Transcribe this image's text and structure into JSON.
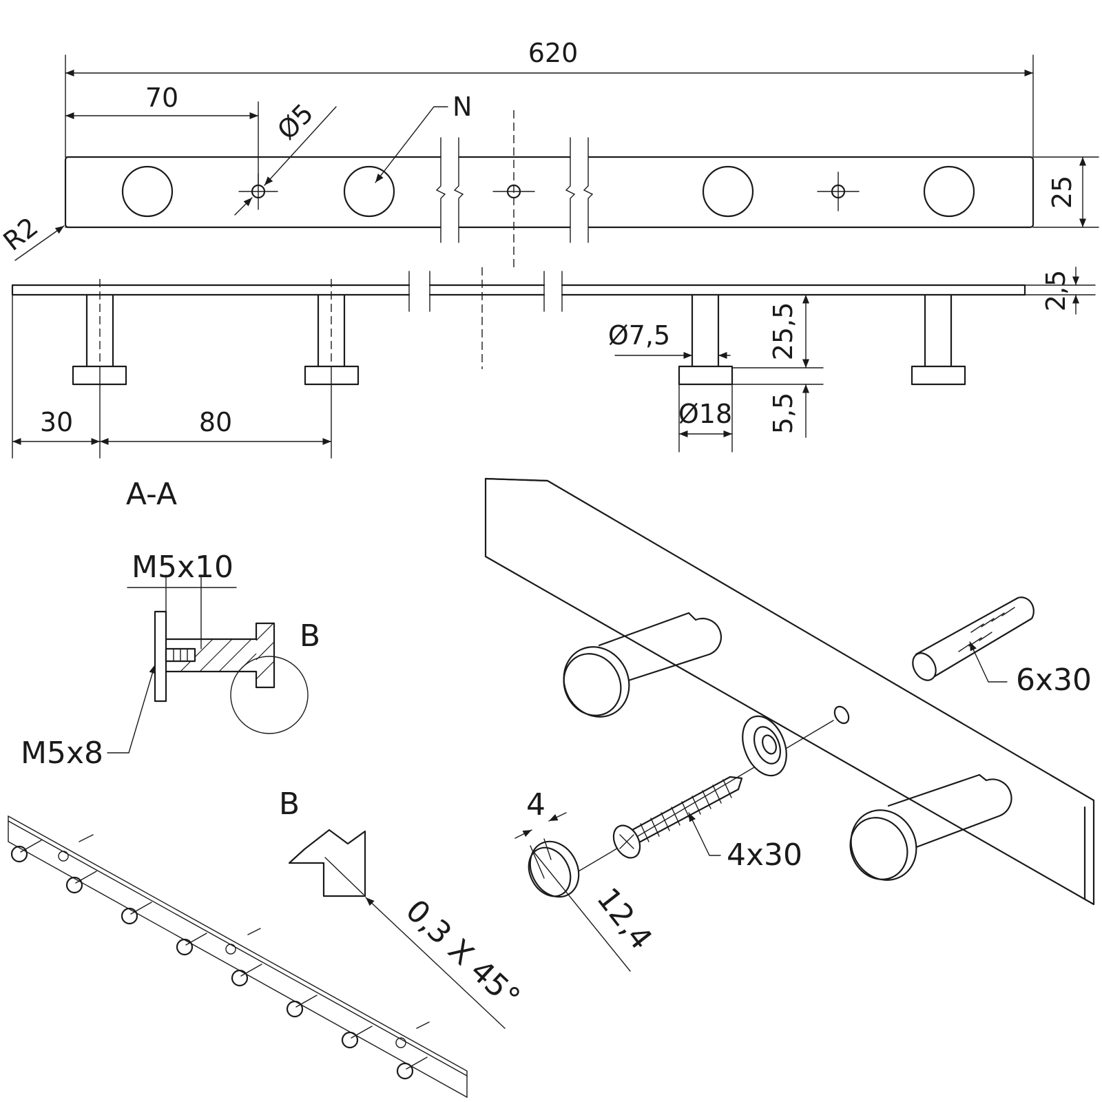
{
  "dimensions": {
    "overall_length": "620",
    "first_hole_offset": "70",
    "hole_diameter": "Ø5",
    "note_marker": "N",
    "plate_height": "25",
    "corner_radius": "R2",
    "plate_thickness": "2,5",
    "stem_length": "25,5",
    "stem_diameter": "Ø7,5",
    "head_diameter": "Ø18",
    "head_thickness": "5,5",
    "edge_to_hook": "30",
    "hook_spacing": "80"
  },
  "section_label": "A-A",
  "detail": {
    "thread_spec": "M5x10",
    "screw_spec": "M5x8",
    "detail_label": "B",
    "chamfer_label": "B",
    "chamfer_spec": "0,3 X 45°"
  },
  "exploded": {
    "dowel_spec": "6x30",
    "screw_spec": "4x30",
    "cap_thickness": "4",
    "cap_diameter": "12,4"
  }
}
